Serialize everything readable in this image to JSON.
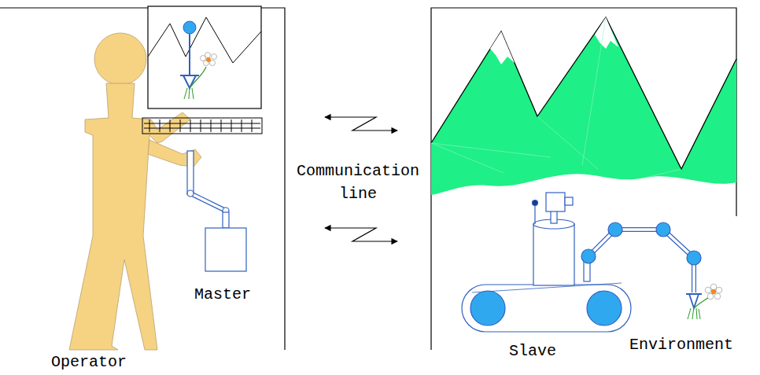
{
  "diagram": {
    "labels": [
      "Master",
      "Communication line",
      "Operator",
      "Slave",
      "Environment"
    ]
  }
}
